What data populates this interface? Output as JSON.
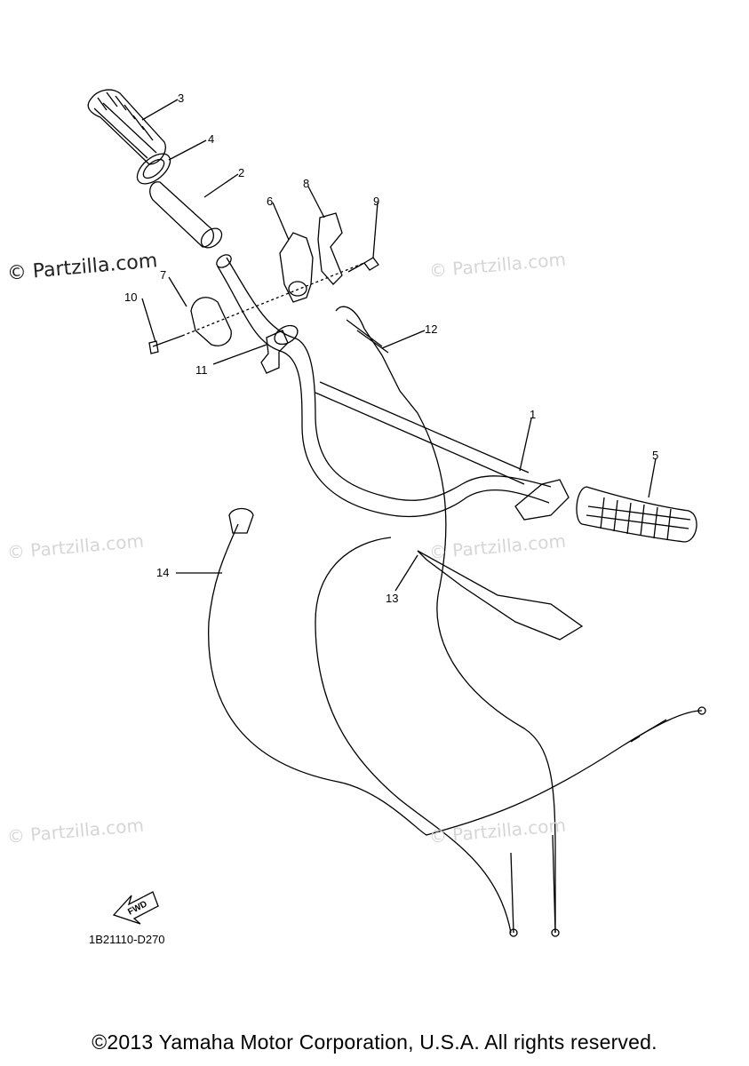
{
  "watermarks": {
    "main": "© Partzilla.com",
    "faint": "© Partzilla.com"
  },
  "callouts": [
    {
      "id": "1",
      "label": "1"
    },
    {
      "id": "2",
      "label": "2"
    },
    {
      "id": "3",
      "label": "3"
    },
    {
      "id": "4",
      "label": "4"
    },
    {
      "id": "5",
      "label": "5"
    },
    {
      "id": "6",
      "label": "6"
    },
    {
      "id": "7",
      "label": "7"
    },
    {
      "id": "8",
      "label": "8"
    },
    {
      "id": "9",
      "label": "9"
    },
    {
      "id": "10",
      "label": "10"
    },
    {
      "id": "11",
      "label": "11"
    },
    {
      "id": "12",
      "label": "12"
    },
    {
      "id": "13",
      "label": "13"
    },
    {
      "id": "14",
      "label": "14"
    }
  ],
  "fwd_label": "FWD",
  "diagram_code": "1B21110-D270",
  "copyright": "©2013 Yamaha Motor Corporation, U.S.A. All rights reserved."
}
